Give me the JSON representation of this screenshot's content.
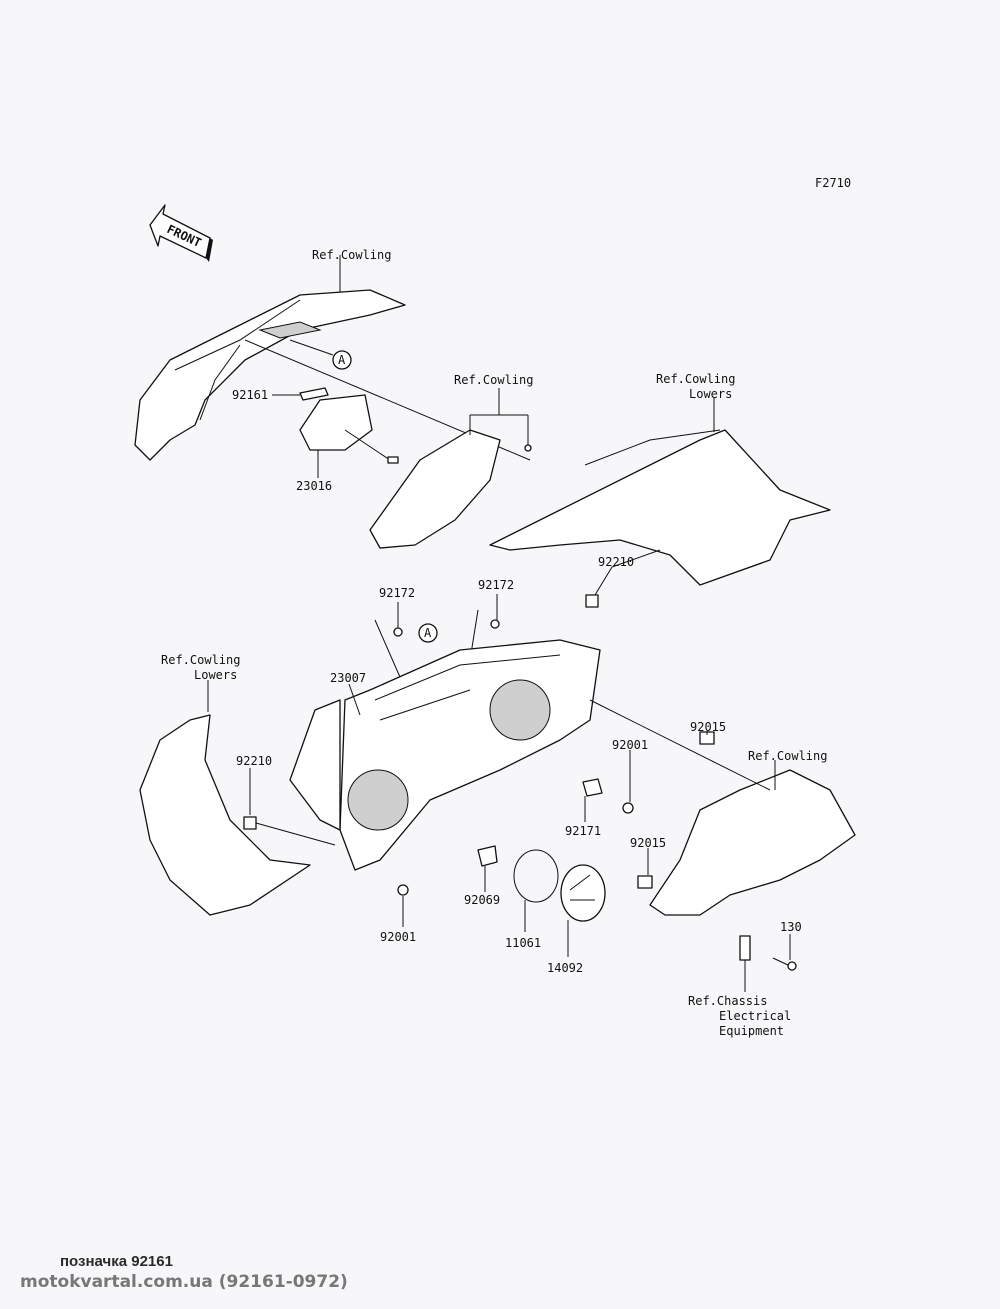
{
  "diagram_id": "F2710",
  "front_arrow": "FRONT",
  "reference_marker": "A",
  "labels": {
    "ref_cowling_top": "Ref.Cowling",
    "p92161": "92161",
    "p23016": "23016",
    "ref_cowling_mid": "Ref.Cowling",
    "ref_cowling_lowers_right_1": "Ref.Cowling",
    "ref_cowling_lowers_right_2": "Lowers",
    "p92210_right": "92210",
    "p92172_left": "92172",
    "p92172_right": "92172",
    "ref_cowling_lowers_left_1": "Ref.Cowling",
    "ref_cowling_lowers_left_2": "Lowers",
    "p23007": "23007",
    "p92210_left": "92210",
    "p92015_top": "92015",
    "ref_cowling_right": "Ref.Cowling",
    "p92001_right": "92001",
    "p92171": "92171",
    "p92015_bottom": "92015",
    "p92069": "92069",
    "p92001_left": "92001",
    "p11061": "11061",
    "p14092": "14092",
    "p130": "130",
    "ref_chassis_1": "Ref.Chassis",
    "ref_chassis_2": "Electrical",
    "ref_chassis_3": "Equipment"
  },
  "footer": {
    "caption": "позначка 92161",
    "source": "motokvartal.com.ua (92161-0972)"
  }
}
